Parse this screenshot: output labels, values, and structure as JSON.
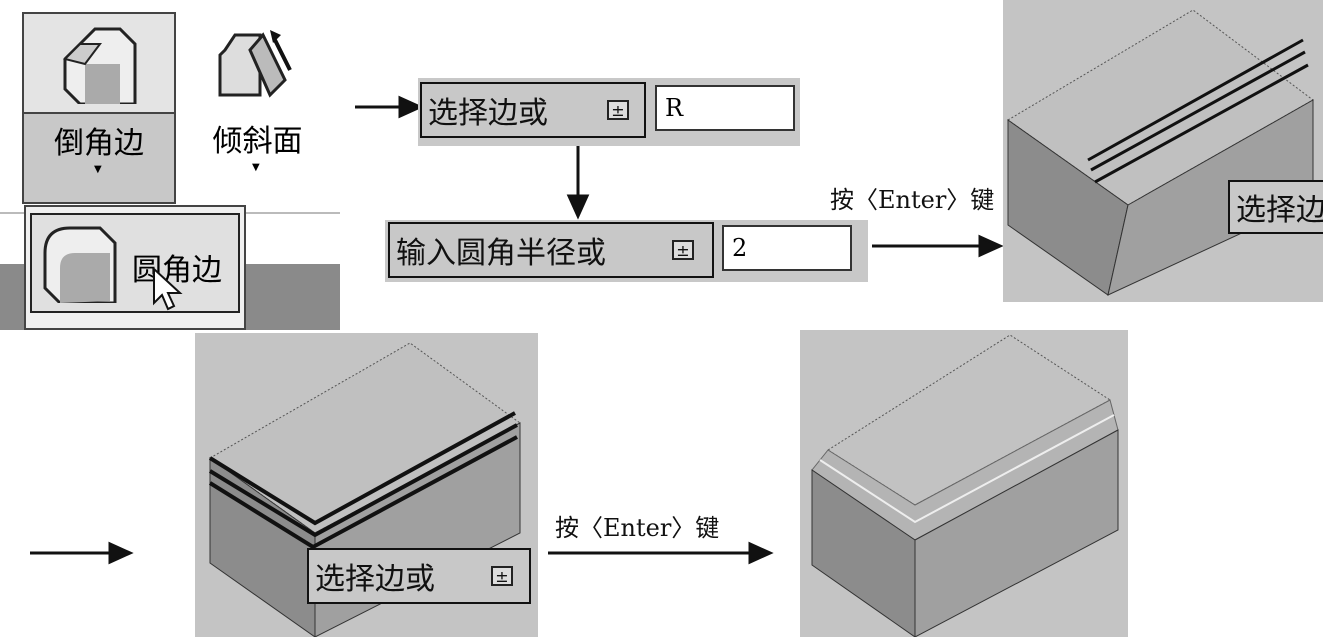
{
  "ribbon": {
    "chamfer_label": "倒角边",
    "taper_label": "倾斜面",
    "fillet_label": "圆角边"
  },
  "step1": {
    "prompt": "选择边或",
    "input_value": "R"
  },
  "step2": {
    "prompt": "输入圆角半径或",
    "input_value": "2"
  },
  "enter_label": "按〈Enter〉键",
  "result1_prompt": "选择边",
  "step3": {
    "prompt": "选择边或"
  },
  "enter_label2": "按〈Enter〉键",
  "icons": {
    "expand": "±"
  }
}
